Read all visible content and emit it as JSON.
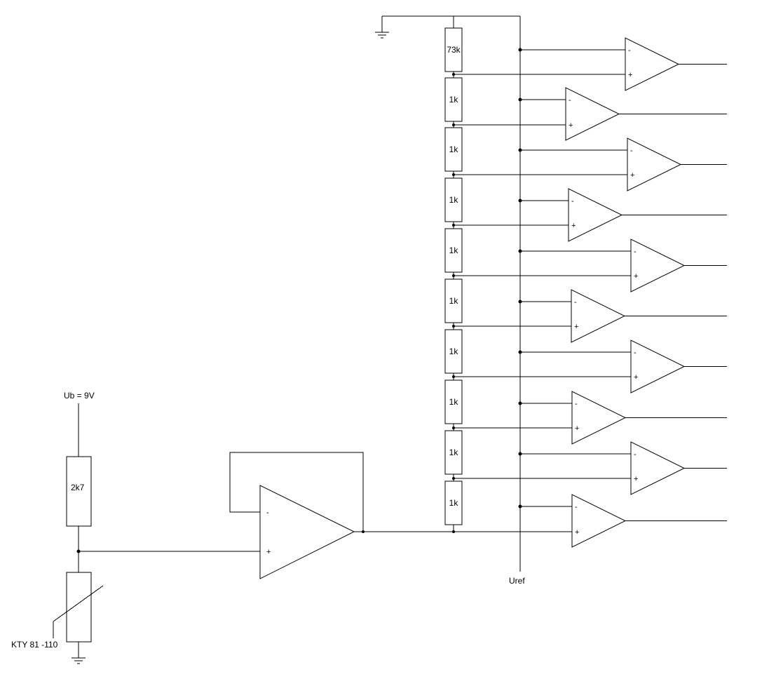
{
  "labels": {
    "supply": "Ub = 9V",
    "pullup_resistor": "2k7",
    "sensor": "KTY 81 -110",
    "reference": "Uref"
  },
  "ladder_resistors": [
    "73k",
    "1k",
    "1k",
    "1k",
    "1k",
    "1k",
    "1k",
    "1k",
    "1k",
    "1k"
  ],
  "pins": {
    "inverting": "-",
    "non_inverting": "+"
  },
  "colors": {
    "wire": "#000000",
    "background": "#ffffff"
  }
}
